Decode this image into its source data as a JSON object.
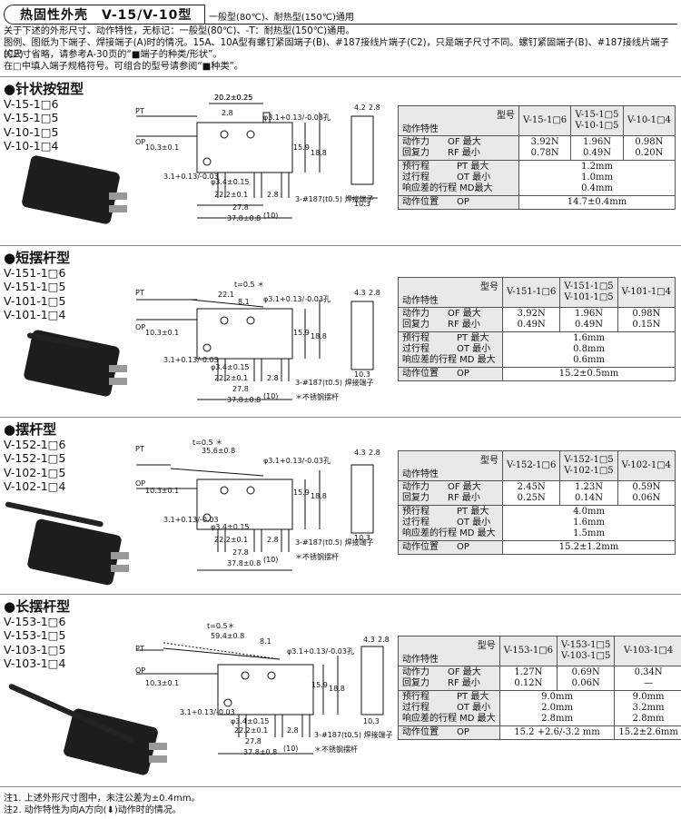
{
  "header": {
    "title": "热固性外壳　V-15/V-10型",
    "subtitle": "一般型(80℃)、耐热型(150℃)通用"
  },
  "intro_lines": [
    "关于下述的外形尺寸、动作特性，无标记：一般型(80℃)、-T：耐热型(150℃)通用。",
    "图例、图纸为下端子、焊接端子(A)时的情况。15A、10A型有螺钉紧固端子(B)、#187接线片端子(C2)，只是端子尺寸不同。螺钉紧固端子(B)、#187接线片端子(C2)",
    "的尺寸省略，请参考A-30页的“■端子的种类/形状”。",
    "在□中填入端子规格符号。可组合的型号请参阅“■种类”。"
  ],
  "sections": [
    {
      "title": "●针状按钮型",
      "models": [
        "V-15-1□6",
        "V-15-1□5",
        "V-10-1□5",
        "V-10-1□4"
      ],
      "drawing": {
        "top_dims": [
          "20.2±0.25",
          "2.8"
        ],
        "hole": "φ3.1+0.13/-0.03孔",
        "left_labels": [
          "PT",
          "OP",
          "10.3±0.1",
          "3.1+0.13/-0.03"
        ],
        "height_dims": [
          "15.9",
          "18.8"
        ],
        "bottom_dims": [
          "φ3.4±0.15",
          "22.2±0.1",
          "2.8",
          "27.8",
          "(10)",
          "37.8±0.8"
        ],
        "terminal_note": "3-#187(t0.5) 焊接端子",
        "side_dims": [
          "4.2",
          "2.8",
          "10.3"
        ],
        "extra_note": ""
      },
      "table": {
        "model_label": "型号",
        "char_label": "动作特性",
        "cols": [
          "V-15-1□6",
          "V-15-1□5\nV-10-1□5",
          "V-10-1□4"
        ],
        "force_labels": [
          "动作力　　OF 最大",
          "回复力　　RF 最小"
        ],
        "force_vals": [
          [
            "3.92N\n0.78N"
          ],
          [
            "1.96N\n0.49N"
          ],
          [
            "0.98N\n0.20N"
          ]
        ],
        "travel_labels": [
          "预行程　　　PT 最大",
          "过行程　　　OT 最小",
          "响应差的行程 MD最大"
        ],
        "travel_vals": "1.2mm\n1.0mm\n0.4mm",
        "pos_label": "动作位置　　OP",
        "pos_val": "14.7±0.4mm"
      }
    },
    {
      "title": "●短摆杆型",
      "models": [
        "V-151-1□6",
        "V-151-1□5",
        "V-101-1□5",
        "V-101-1□4"
      ],
      "drawing": {
        "top_dims": [
          "t=0.5 ＊",
          "22.1",
          "8.1"
        ],
        "hole": "φ3.1+0.13/-0.03孔",
        "left_labels": [
          "PT",
          "OP",
          "10.3±0.1",
          "3.1+0.13/-0.03"
        ],
        "height_dims": [
          "15.9",
          "18.8"
        ],
        "bottom_dims": [
          "φ3.4±0.15",
          "22.2±0.1",
          "2.8",
          "27.8",
          "(10)",
          "37.8±0.8"
        ],
        "terminal_note": "3-#187(t0.5) 焊接端子",
        "side_dims": [
          "4.3",
          "2.8",
          "10.3"
        ],
        "extra_note": "＊不锈钢摆杆"
      },
      "table": {
        "model_label": "型号",
        "char_label": "动作特性",
        "cols": [
          "V-151-1□6",
          "V-151-1□5\nV-101-1□5",
          "V-101-1□4"
        ],
        "force_labels": [
          "动作力　　OF 最大",
          "回复力　　RF 最小"
        ],
        "force_vals": [
          [
            "3.92N\n0.49N"
          ],
          [
            "1.96N\n0.49N"
          ],
          [
            "0.98N\n0.15N"
          ]
        ],
        "travel_labels": [
          "预行程　　　PT 最大",
          "过行程　　　OT 最小",
          "响应差的行程 MD 最大"
        ],
        "travel_vals": "1.6mm\n0.8mm\n0.6mm",
        "pos_label": "动作位置　　OP",
        "pos_val": "15.2±0.5mm"
      }
    },
    {
      "title": "●摆杆型",
      "models": [
        "V-152-1□6",
        "V-152-1□5",
        "V-102-1□5",
        "V-102-1□4"
      ],
      "drawing": {
        "top_dims": [
          "t=0.5 ＊",
          "35.6±0.8"
        ],
        "hole": "φ3.1+0.13/-0.03孔",
        "left_labels": [
          "PT",
          "OP",
          "10.3±0.1",
          "3.1+0.13/-0.03"
        ],
        "height_dims": [
          "15.9",
          "18.8"
        ],
        "bottom_dims": [
          "φ3.4±0.15",
          "22.2±0.1",
          "2.8",
          "27.8",
          "(10)",
          "37.8±0.8"
        ],
        "terminal_note": "3-#187(t0.5) 焊接端子",
        "side_dims": [
          "4.3",
          "2.8",
          "10.3"
        ],
        "extra_note": "＊不锈钢摆杆"
      },
      "table": {
        "model_label": "型号",
        "char_label": "动作特性",
        "cols": [
          "V-152-1□6",
          "V-152-1□5\nV-102-1□5",
          "V-102-1□4"
        ],
        "force_labels": [
          "动作力　　OF 最大",
          "回复力　　RF 最小"
        ],
        "force_vals": [
          [
            "2.45N\n0.25N"
          ],
          [
            "1.23N\n0.14N"
          ],
          [
            "0.59N\n0.06N"
          ]
        ],
        "travel_labels": [
          "预行程　　　PT 最大",
          "过行程　　　OT 最小",
          "响应差的行程 MD 最大"
        ],
        "travel_vals": "4.0mm\n1.6mm\n1.5mm",
        "pos_label": "动作位置　　OP",
        "pos_val": "15.2±1.2mm"
      }
    },
    {
      "title": "●长摆杆型",
      "models": [
        "V-153-1□6",
        "V-153-1□5",
        "V-103-1□5",
        "V-103-1□4"
      ],
      "drawing": {
        "top_dims": [
          "t=0.5＊",
          "59.4±0.8",
          "8.1"
        ],
        "hole": "φ3.1+0.13/-0.03孔",
        "left_labels": [
          "PT",
          "OP",
          "10.3±0.1",
          "3.1+0.13/-0.03"
        ],
        "height_dims": [
          "15.9",
          "18.8"
        ],
        "bottom_dims": [
          "φ3.4±0.15",
          "22.2±0.1",
          "2.8",
          "27.8",
          "(10)",
          "37.8±0.8"
        ],
        "terminal_note": "3-#187(t0.5) 焊接端子",
        "side_dims": [
          "4.3",
          "2.8",
          "10.3"
        ],
        "extra_note": "＊不锈钢摆杆"
      },
      "table": {
        "model_label": "型号",
        "char_label": "动作特性",
        "cols": [
          "V-153-1□6",
          "V-153-1□5\nV-103-1□5",
          "V-103-1□4"
        ],
        "force_labels": [
          "动作力　　OF 最大",
          "回复力　　RF 最小"
        ],
        "force_vals": [
          [
            "1.27N\n0.12N"
          ],
          [
            "0.69N\n0.06N"
          ],
          [
            "0.34N\n—"
          ]
        ],
        "travel_labels": [
          "预行程　　　PT 最大",
          "过行程　　　OT 最小",
          "响应差的行程 MD 最大"
        ],
        "travel_vals_a": "9.0mm\n2.0mm\n2.8mm",
        "travel_vals_b": "9.0mm\n3.2mm\n2.8mm",
        "pos_label": "动作位置　　OP",
        "pos_val_a": "15.2 +2.6/-3.2 mm",
        "pos_val_b": "15.2±2.6mm"
      }
    }
  ],
  "notes": [
    "注1. 上述外形尺寸图中，未注公差为±0.4mm。",
    "注2. 动作特性为向A方向(⬇)动作时的情况。"
  ]
}
